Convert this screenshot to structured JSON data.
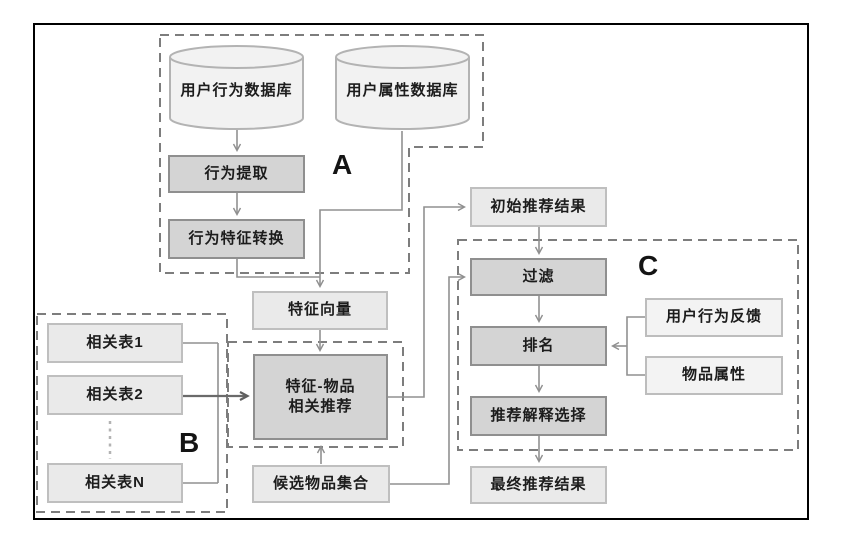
{
  "section_labels": {
    "a": "A",
    "b": "B",
    "c": "C"
  },
  "nodes": {
    "user_behavior_db": "用户行为数据库",
    "user_attribute_db": "用户属性数据库",
    "behavior_extraction": "行为提取",
    "behavior_feature_transform": "行为特征转换",
    "feature_vector": "特征向量",
    "related_table_1": "相关表1",
    "related_table_2": "相关表2",
    "related_table_n": "相关表N",
    "feature_item_line1": "特征-物品",
    "feature_item_line2": "相关推荐",
    "candidate_item_set": "候选物品集合",
    "initial_recommendation_results": "初始推荐结果",
    "filter": "过滤",
    "ranking": "排名",
    "explanation_selection": "推荐解释选择",
    "final_recommendation_results": "最终推荐结果",
    "user_behavior_feedback": "用户行为反馈",
    "item_attributes": "物品属性"
  },
  "colors": {
    "light_box_fill": "#eaeaea",
    "light_box_border": "#bfbfbf",
    "dark_box_fill": "#d4d4d4",
    "dark_box_border": "#8f8f8f",
    "pale_box_fill": "#f3f3f3",
    "cylinder_fill": "#f2f2f2",
    "cylinder_border": "#b3b3b3",
    "connector": "#919191",
    "dashed_region_border": "#7d7d7d",
    "outer_frame": "#000000"
  }
}
